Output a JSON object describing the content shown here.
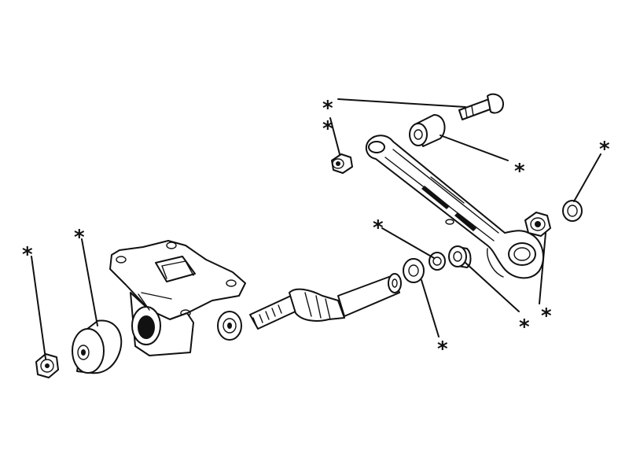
{
  "diagram": {
    "callout_symbol": "*",
    "callouts": [
      {
        "id": "bolt-top"
      },
      {
        "id": "nut-top-left"
      },
      {
        "id": "bushing-top"
      },
      {
        "id": "washer-far-right"
      },
      {
        "id": "washer-mid"
      },
      {
        "id": "bushing-mid"
      },
      {
        "id": "nut-right"
      },
      {
        "id": "washer-shaft"
      },
      {
        "id": "nut-far-left"
      },
      {
        "id": "bushing-left"
      }
    ]
  }
}
